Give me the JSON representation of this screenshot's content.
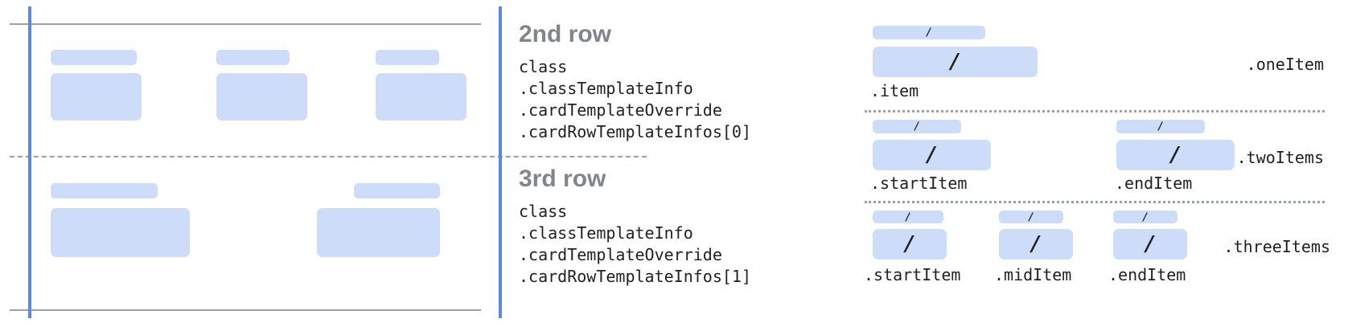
{
  "middle": {
    "sections": [
      {
        "title": "2nd row",
        "code_lines": [
          "class",
          ".classTemplateInfo",
          ".cardTemplateOverride",
          ".cardRowTemplateInfos[0]"
        ]
      },
      {
        "title": "3rd row",
        "code_lines": [
          "class",
          ".classTemplateInfo",
          ".cardTemplateOverride",
          ".cardRowTemplateInfos[1]"
        ]
      }
    ]
  },
  "right": {
    "slash": "/",
    "rows": [
      {
        "variant": ".oneItem",
        "item_labels": [
          ".item"
        ]
      },
      {
        "variant": ".twoItems",
        "item_labels": [
          ".startItem",
          ".endItem"
        ]
      },
      {
        "variant": ".threeItems",
        "item_labels": [
          ".startItem",
          ".midItem",
          ".endItem"
        ]
      }
    ]
  },
  "colors": {
    "block_fill": "#cddcf8",
    "guide_blue": "#5b88e8",
    "line_gray": "#9aa0a6",
    "heading_gray": "#80868b",
    "text_dark": "#202124"
  }
}
